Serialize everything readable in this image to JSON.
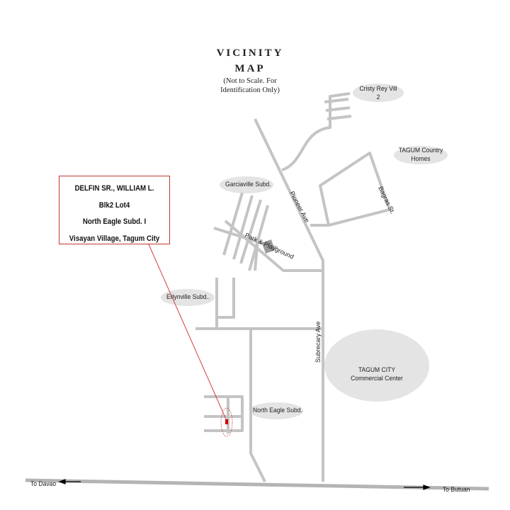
{
  "title": {
    "line1": "VICINITY",
    "line2": "MAP"
  },
  "subtitle": {
    "line1": "(Not to Scale. For",
    "line2": "Identification Only)"
  },
  "owner_box": {
    "line1": "DELFIN SR., WILLIAM L.",
    "line2": "Blk2 Lot4",
    "line3": "North Eagle Subd. I",
    "line4": "Visayan Village, Tagum City"
  },
  "places": {
    "cristy_rey": {
      "line1": "Cristy Rey Vill",
      "line2": "2"
    },
    "tagum_country": {
      "line1": "TAGUM Country",
      "line2": "Homes"
    },
    "garciaville": "Garciaville Subd.",
    "erlynville": "Erlynville Subd..",
    "north_eagle": "North Eagle Subd.",
    "commercial": {
      "line1": "TAGUM CITY",
      "line2": "Commercial Center"
    }
  },
  "roads": {
    "pioneer": "Pioneer Ave",
    "bagras": "Bagras St.",
    "park": "Park & Playground",
    "subrecary": "Subrecary Ave"
  },
  "directions": {
    "davao": "To Davao",
    "butuan": "To Butuan"
  },
  "colors": {
    "road": "#c4c4c4",
    "highway": "#b4b4b4",
    "ellipse": "#e4e4e4",
    "marker": "#d40000",
    "pointer": "#d04040"
  }
}
